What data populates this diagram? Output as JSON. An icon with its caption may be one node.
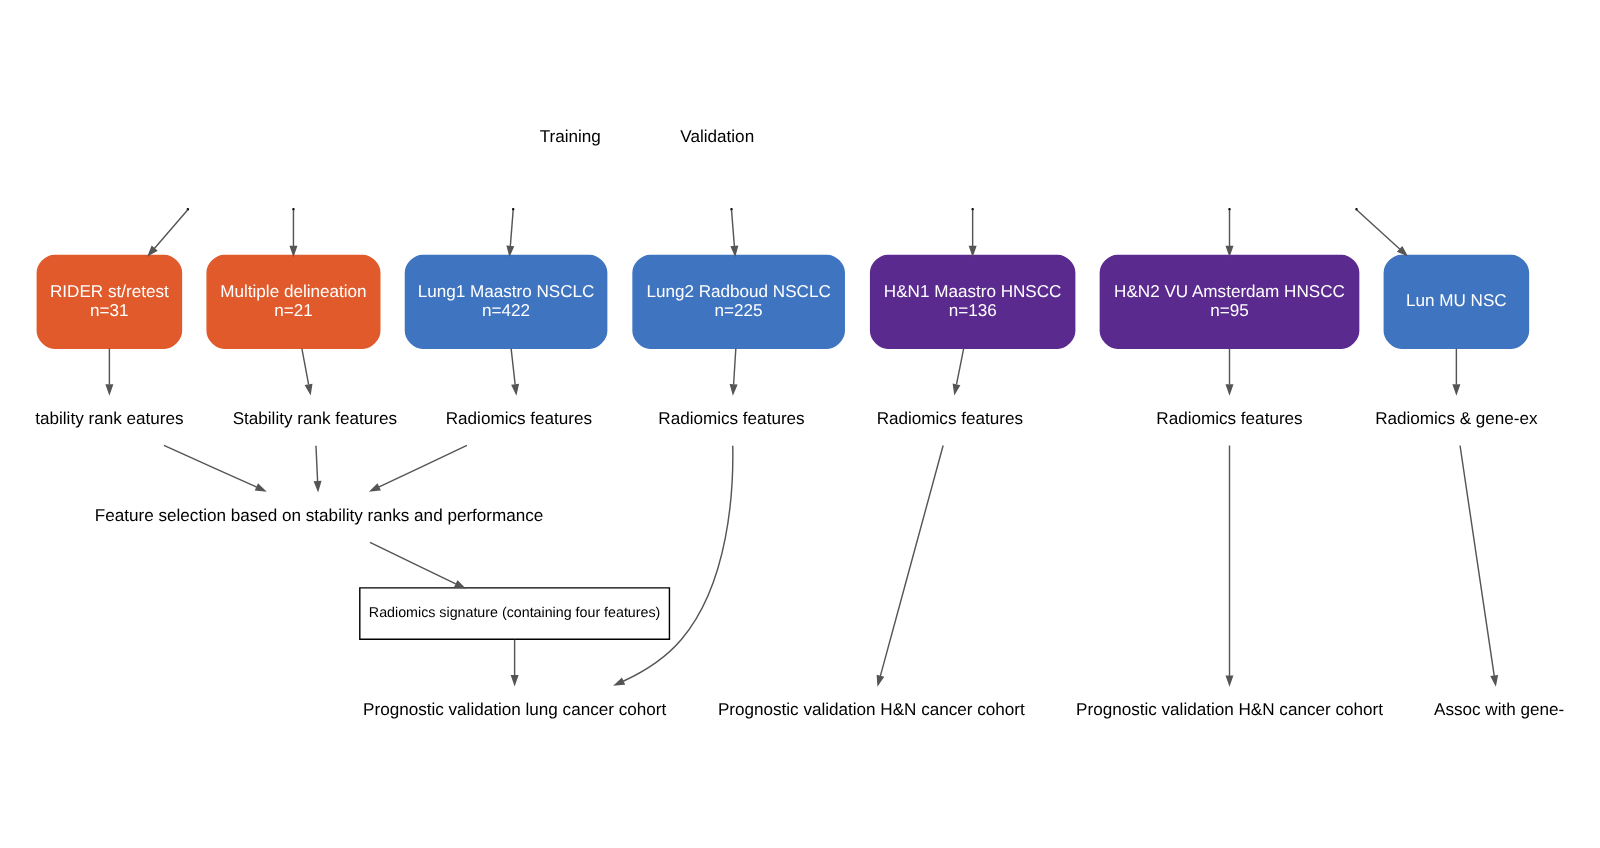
{
  "diagram": {
    "nodes": [
      {
        "text": [
          "RIDER st/retest",
          "n=31"
        ]
      },
      {
        "text": [
          "Multiple delineation",
          "n=21"
        ]
      },
      {
        "text": [
          "Lung1 Maastro NSCLC",
          "n=422"
        ]
      },
      {
        "text": [
          "Lung2 Radboud NSCLC",
          "n=225"
        ]
      },
      {
        "text": [
          "H&N1 Maastro HNSCC",
          "n=136"
        ]
      },
      {
        "text": [
          "H&N2 VU Amsterdam HNSCC",
          "n=95"
        ]
      },
      {
        "text": [
          "Lun MU NSC"
        ]
      },
      {
        "text": [
          "tability rank eatures"
        ]
      },
      {
        "text": [
          "Stability rank features"
        ]
      },
      {
        "text": [
          "Radiomics features"
        ]
      },
      {
        "text": [
          "Feature selection based on stability ranks and performance"
        ]
      },
      {
        "text": [
          "Radiomics signature (containing four features)"
        ]
      },
      {
        "text": [
          "Radiomics features"
        ]
      },
      {
        "text": [
          "Radiomics features"
        ]
      },
      {
        "text": [
          "Radiomics features"
        ]
      },
      {
        "text": [
          "Radiomics & gene-ex"
        ]
      },
      {
        "text": [
          "Prognostic validation lung cancer cohort"
        ]
      },
      {
        "text": [
          "Prognostic validation H&N cancer cohort"
        ]
      },
      {
        "text": [
          "Prognostic validation H&N cancer cohort"
        ]
      },
      {
        "text": [
          "Assoc with gene-"
        ]
      }
    ],
    "edges": [
      {
        "from": null,
        "to": 0,
        "arrow": "to"
      },
      {
        "from": null,
        "to": 1,
        "arrow": "to"
      },
      {
        "from": null,
        "to": 2,
        "arrow": "to"
      },
      {
        "from": null,
        "to": 3,
        "arrow": "to"
      },
      {
        "from": null,
        "to": 4,
        "arrow": "to"
      },
      {
        "from": null,
        "to": 5,
        "arrow": "to"
      },
      {
        "from": null,
        "to": 6,
        "arrow": "to"
      },
      {
        "from": 0,
        "to": 7,
        "arrow": "to"
      },
      {
        "from": 1,
        "to": 8,
        "arrow": "to"
      },
      {
        "from": 2,
        "to": 9,
        "arrow": "to"
      },
      {
        "from": 3,
        "to": 12,
        "arrow": "to"
      },
      {
        "from": 4,
        "to": 13,
        "arrow": "to"
      },
      {
        "from": 5,
        "to": 14,
        "arrow": "to"
      },
      {
        "from": 6,
        "to": 15,
        "arrow": "to"
      },
      {
        "from": 7,
        "to": 10,
        "arrow": "to"
      },
      {
        "from": 8,
        "to": 10,
        "arrow": "to"
      },
      {
        "from": 9,
        "to": 10,
        "arrow": "to"
      },
      {
        "from": 10,
        "to": 11,
        "arrow": "to"
      },
      {
        "from": 11,
        "to": 16,
        "arrow": "to"
      },
      {
        "from": 12,
        "to": 16,
        "arrow": "to"
      },
      {
        "from": 13,
        "to": 17,
        "arrow": "to"
      },
      {
        "from": 14,
        "to": 18,
        "arrow": "to"
      },
      {
        "from": 15,
        "to": 19,
        "arrow": "to"
      }
    ],
    "labels": [
      "Training",
      "Validation"
    ]
  }
}
